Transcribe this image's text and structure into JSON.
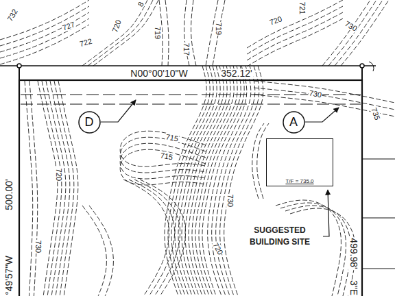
{
  "diagram": {
    "nodes": [
      {
        "text": [
          "D"
        ]
      },
      {
        "text": [
          "A"
        ]
      },
      {
        "text": [
          "T/F = 735.0"
        ]
      }
    ],
    "labels": [
      "732",
      "727",
      "722",
      "720",
      "8",
      "719",
      "717",
      "719",
      "720",
      "721",
      "730",
      "N00°00'10\"W",
      "352.12'",
      "730",
      "735",
      "715",
      "715",
      "720",
      "500.00'",
      "°49'57\"W",
      "730",
      "730",
      "720",
      "SUGGESTED BUILDING SITE",
      "499.98'",
      "3\"E"
    ]
  }
}
